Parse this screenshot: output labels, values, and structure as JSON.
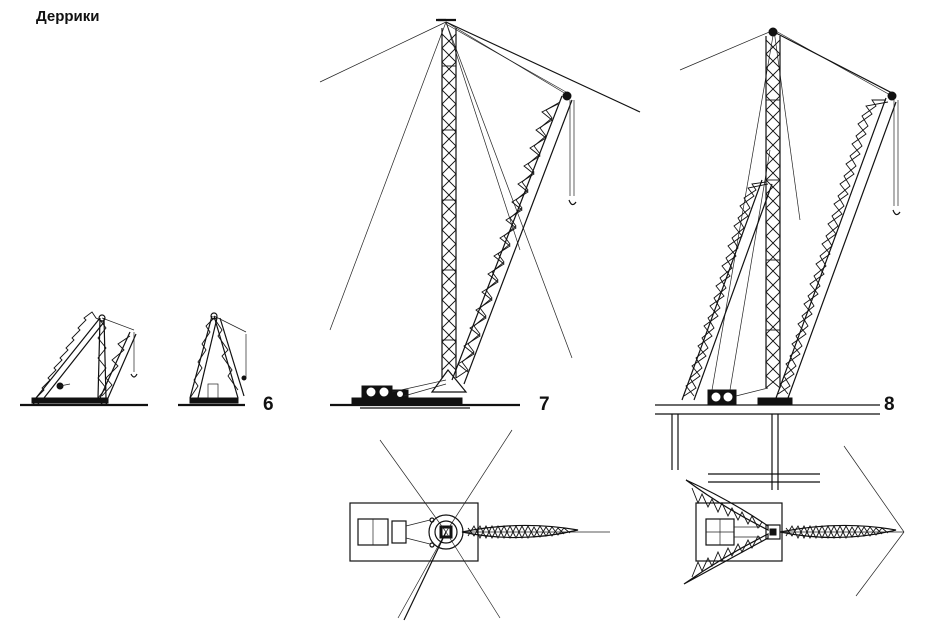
{
  "title": "Деррики",
  "figures": [
    {
      "label": "6"
    },
    {
      "label": "7"
    },
    {
      "label": "8"
    }
  ]
}
